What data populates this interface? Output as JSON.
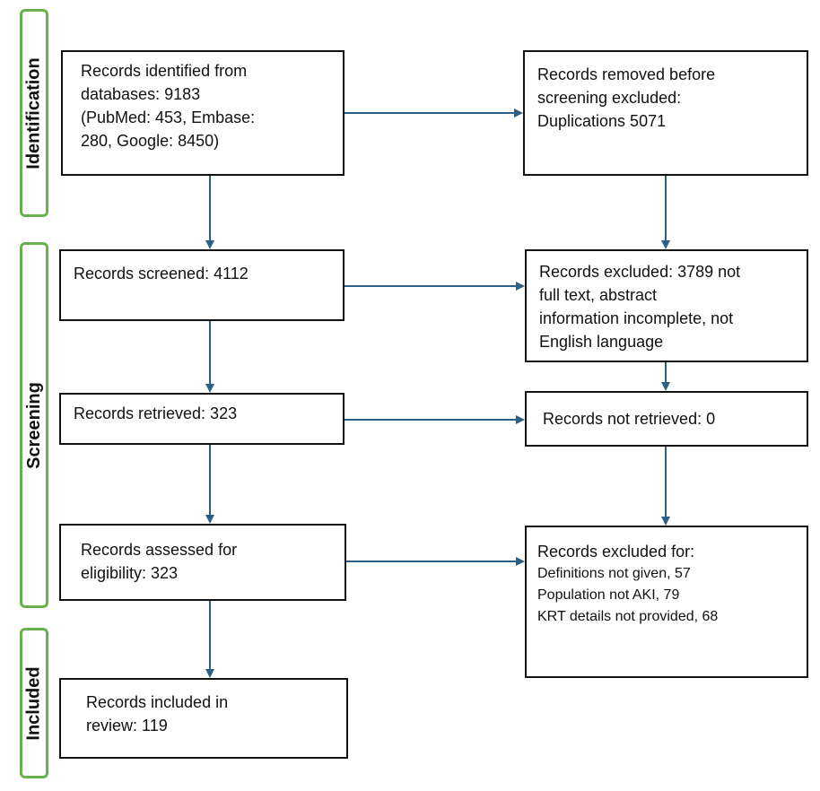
{
  "phases": {
    "identification": "Identification",
    "screening": "Screening",
    "included": "Included"
  },
  "boxes": {
    "identified": "Records identified from\ndatabases: 9183\n(PubMed: 453, Embase:\n280, Google: 8450)",
    "removed": "Records removed before\nscreening excluded:\nDuplications 5071",
    "screened": "Records screened: 4112",
    "excluded_screen": "Records excluded: 3789 not\nfull text, abstract\ninformation incomplete, not\nEnglish language",
    "retrieved": "Records retrieved: 323",
    "not_retrieved": "Records not retrieved: 0",
    "assessed": "Records assessed for\neligibility: 323",
    "excluded_eligibility": {
      "title": "Records excluded for:",
      "reasons": [
        "Definitions not given, 57",
        "Population not AKI, 79",
        "KRT details not provided, 68"
      ]
    },
    "included": "Records included in\nreview: 119"
  },
  "colors": {
    "phase_border": "#6ab04c",
    "arrow": "#2e5f82",
    "box_border": "#111111"
  }
}
